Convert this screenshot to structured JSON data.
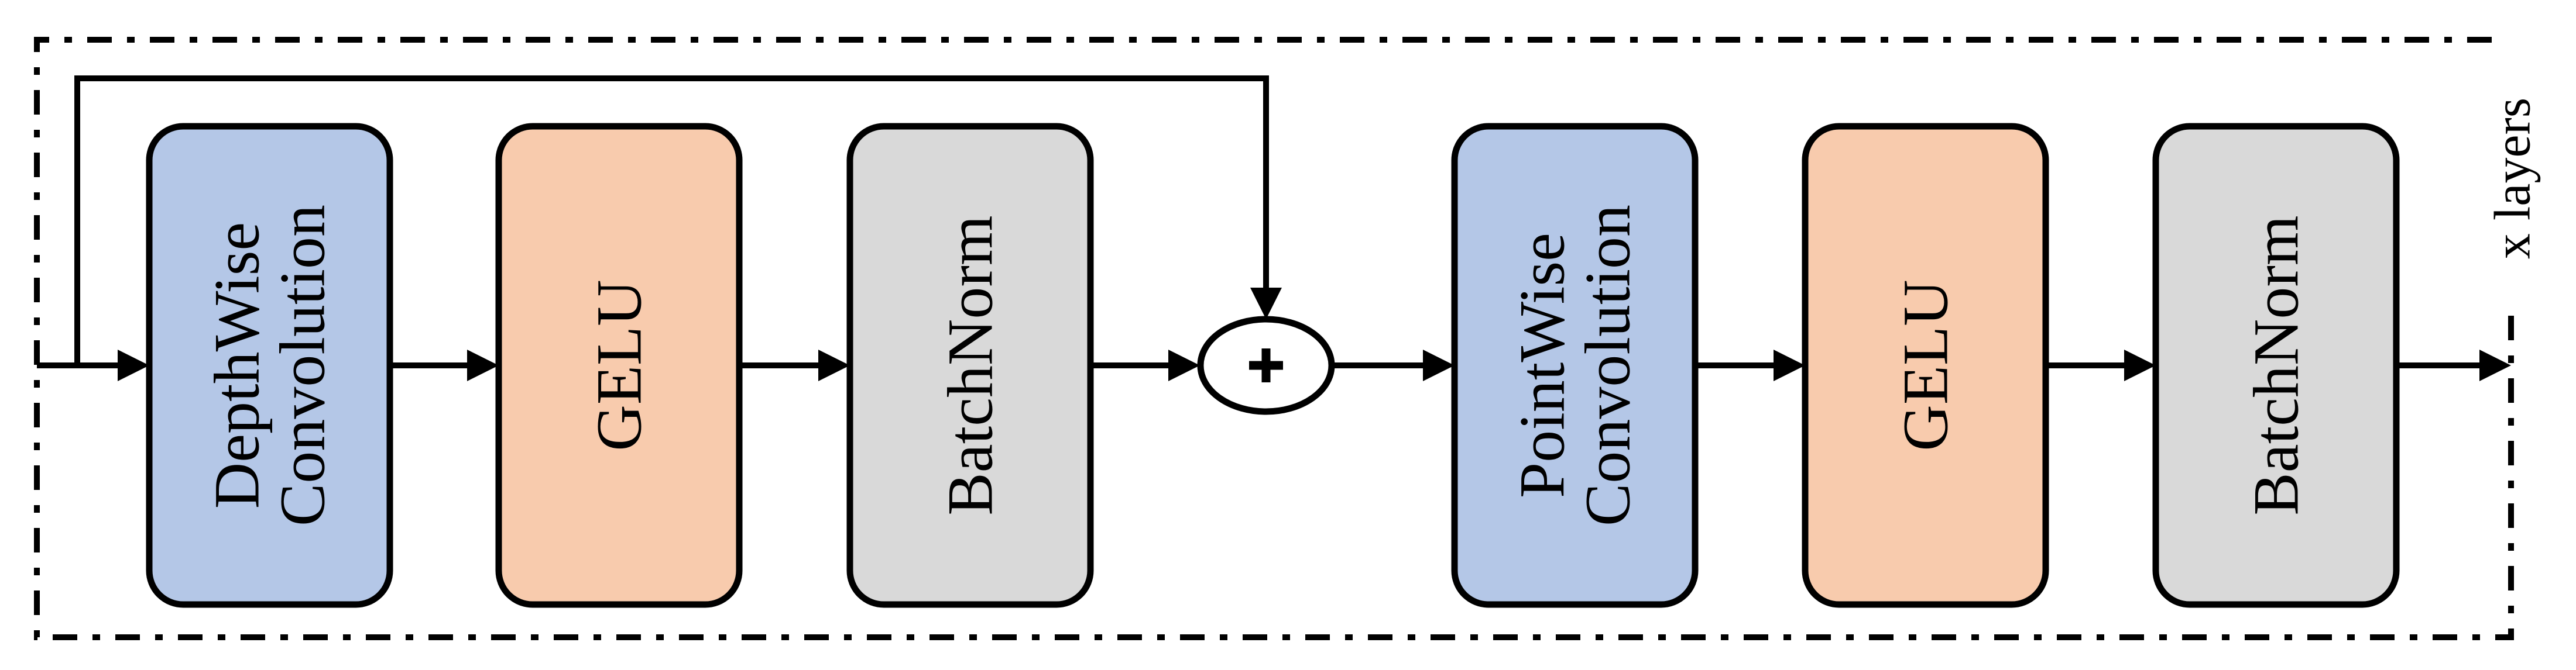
{
  "figure": {
    "type": "neural-network-block-diagram",
    "repeat_label": "x layers",
    "operator_symbol": "+",
    "colors": {
      "convolution_block": "#B4C7E7",
      "activation_block": "#F8CBAD",
      "normalization_block": "#D9D9D9",
      "stroke": "#000000",
      "background": "#ffffff",
      "operator_fill": "#ffffff"
    },
    "blocks": [
      {
        "id": "depthwise-conv",
        "line1": "DepthWise",
        "line2": "Convolution",
        "role": "convolution",
        "color": "#B4C7E7"
      },
      {
        "id": "gelu-1",
        "line1": "GELU",
        "line2": "",
        "role": "activation",
        "color": "#F8CBAD"
      },
      {
        "id": "batchnorm-1",
        "line1": "BatchNorm",
        "line2": "",
        "role": "normalization",
        "color": "#D9D9D9"
      },
      {
        "id": "pointwise-conv",
        "line1": "PointWise",
        "line2": "Convolution",
        "role": "convolution",
        "color": "#B4C7E7"
      },
      {
        "id": "gelu-2",
        "line1": "GELU",
        "line2": "",
        "role": "activation",
        "color": "#F8CBAD"
      },
      {
        "id": "batchnorm-2",
        "line1": "BatchNorm",
        "line2": "",
        "role": "normalization",
        "color": "#D9D9D9"
      }
    ],
    "connections": [
      "input -> depthwise-conv",
      "depthwise-conv -> gelu-1",
      "gelu-1 -> batchnorm-1",
      "batchnorm-1 -> add",
      "input -> add (skip connection)",
      "add -> pointwise-conv",
      "pointwise-conv -> gelu-2",
      "gelu-2 -> batchnorm-2",
      "batchnorm-2 -> output"
    ]
  }
}
